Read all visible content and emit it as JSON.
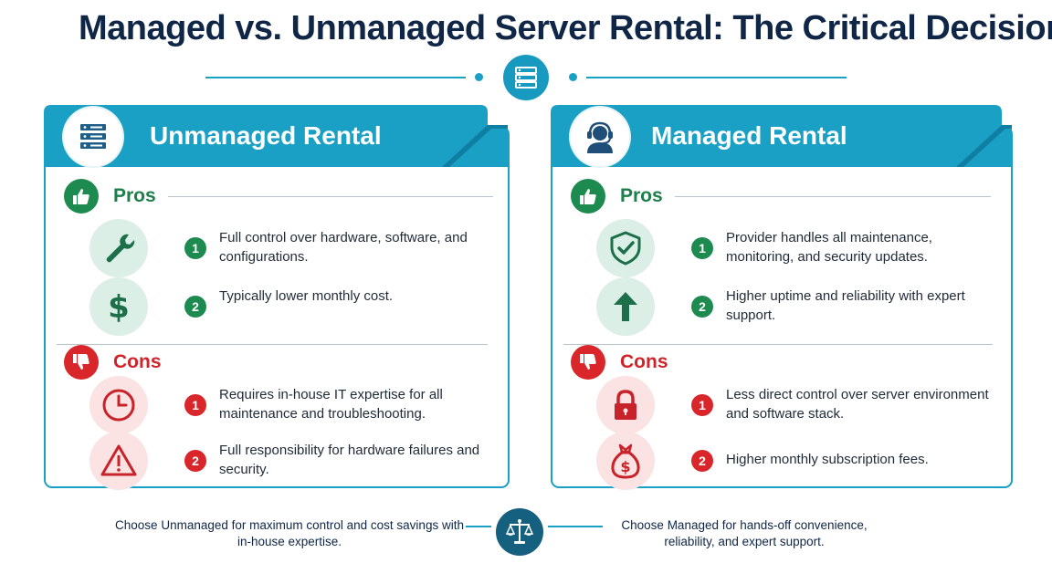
{
  "title": "Managed vs. Unmanaged Server Rental: The Critical Decision",
  "colors": {
    "accent": "#1aa0c4",
    "navy": "#0f2647",
    "pro": "#1d8a4f",
    "con": "#d9262b"
  },
  "unmanaged": {
    "title": "Unmanaged Rental",
    "icon": "server-icon",
    "pros_label": "Pros",
    "cons_label": "Cons",
    "pros": [
      {
        "num": "1",
        "icon": "wrench-icon",
        "text": "Full control over hardware, software, and configurations."
      },
      {
        "num": "2",
        "icon": "dollar-icon",
        "text": "Typically lower monthly cost."
      }
    ],
    "cons": [
      {
        "num": "1",
        "icon": "clock-icon",
        "text": "Requires in-house IT expertise for all maintenance and troubleshooting."
      },
      {
        "num": "2",
        "icon": "warning-icon",
        "text": "Full responsibility for hardware failures and security."
      }
    ]
  },
  "managed": {
    "title": "Managed Rental",
    "icon": "support-agent-icon",
    "pros_label": "Pros",
    "cons_label": "Cons",
    "pros": [
      {
        "num": "1",
        "icon": "shield-check-icon",
        "text": "Provider handles all maintenance, monitoring, and security updates."
      },
      {
        "num": "2",
        "icon": "arrow-up-icon",
        "text": "Higher uptime and reliability with expert support."
      }
    ],
    "cons": [
      {
        "num": "1",
        "icon": "lock-icon",
        "text": "Less direct control over server environment and software stack."
      },
      {
        "num": "2",
        "icon": "money-bag-icon",
        "text": "Higher monthly subscription fees."
      }
    ]
  },
  "footer": {
    "left": "Choose Unmanaged for maximum control and cost savings with in-house expertise.",
    "right": "Choose Managed for hands-off convenience, reliability, and expert support.",
    "icon": "scales-icon"
  }
}
